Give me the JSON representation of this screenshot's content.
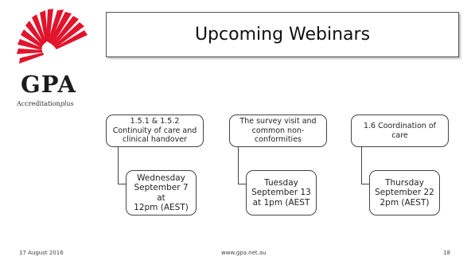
{
  "slide": {
    "title": "Upcoming Webinars",
    "logo": {
      "brand": "GPA",
      "sub_main": "Accreditation",
      "sub_italic": "plus",
      "colors": {
        "red": "#e0142b",
        "dark": "#1c1c1c"
      }
    },
    "webinars": [
      {
        "topic": "1.5.1 & 1.5.2\nContinuity of care and\nclinical handover",
        "when": "Wednesday\nSeptember 7 at\n12pm (AEST)"
      },
      {
        "topic": "The survey visit and\ncommon non-\nconformities",
        "when": "Tuesday\nSeptember 13\nat 1pm (AEST"
      },
      {
        "topic": "1.6 Coordination of\ncare",
        "when": "Thursday\nSeptember 22\n2pm (AEST)"
      }
    ],
    "footer": {
      "date": "17 August 2016",
      "url": "www.gpa.net.au",
      "page": "18"
    }
  }
}
